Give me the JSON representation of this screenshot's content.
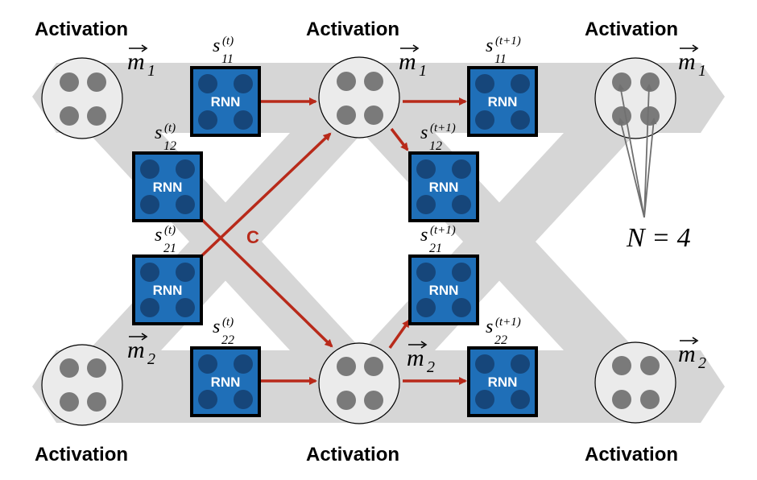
{
  "colors": {
    "band": "#d6d6d6",
    "node_fill": "#ebebeb",
    "unit_fill": "#7a7a7a",
    "rnn_fill": "#1f6fb8",
    "rnn_border": "#000000",
    "rnn_dot": "#16467a",
    "arrow": "#b82a1a",
    "pointer": "#707070"
  },
  "labels": {
    "activation": "Activation",
    "rnn": "RNN",
    "c": "C",
    "n_eq": "N = 4",
    "m1": "m",
    "m1_sub": "1",
    "m2": "m",
    "m2_sub": "2",
    "s11_t": "s",
    "s11_t_sub": "11",
    "s11_t_sup": "(t)",
    "s12_t": "s",
    "s12_t_sub": "12",
    "s12_t_sup": "(t)",
    "s21_t": "s",
    "s21_t_sub": "21",
    "s21_t_sup": "(t)",
    "s22_t": "s",
    "s22_t_sub": "22",
    "s22_t_sup": "(t)",
    "s11_t1": "s",
    "s11_t1_sub": "11",
    "s11_t1_sup": "(t+1)",
    "s12_t1": "s",
    "s12_t1_sub": "12",
    "s12_t1_sup": "(t+1)",
    "s21_t1": "s",
    "s21_t1_sub": "21",
    "s21_t1_sup": "(t+1)",
    "s22_t1": "s",
    "s22_t1_sub": "22",
    "s22_t1_sup": "(t+1)"
  }
}
